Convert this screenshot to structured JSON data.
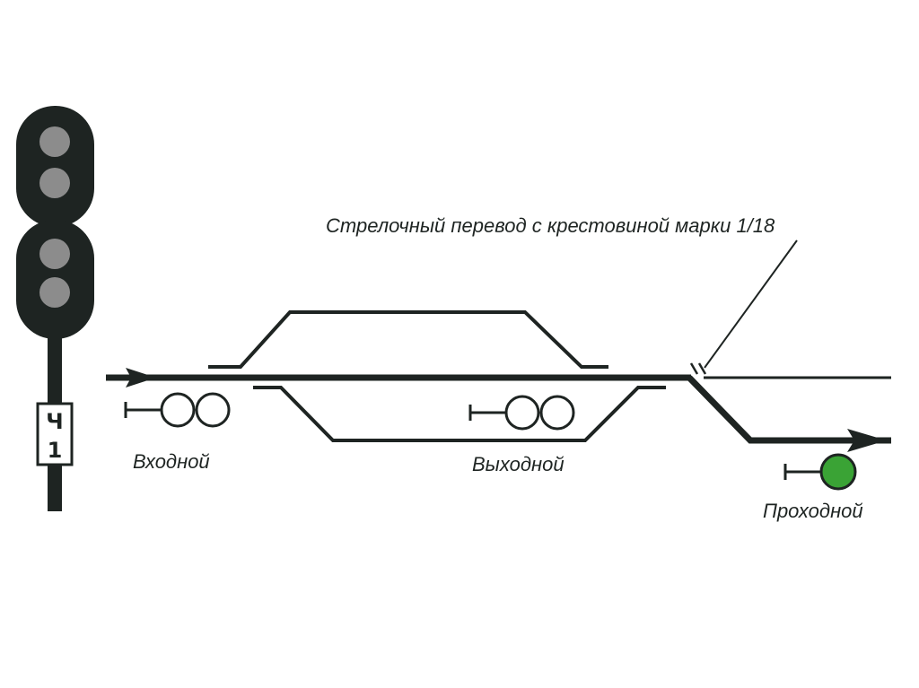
{
  "diagram": {
    "caption": "Стрелочный перевод с крестовиной марки 1/18",
    "signals": {
      "entry_label": "Входной",
      "exit_label": "Выходной",
      "block_label": "Проходной"
    },
    "mast_plate": {
      "top": "Ч",
      "bottom": "1"
    }
  },
  "colors": {
    "ink": "#1e2422",
    "lamp_off": "#8c8c8c",
    "lamp_green": "#3aa335",
    "background": "#ffffff"
  }
}
